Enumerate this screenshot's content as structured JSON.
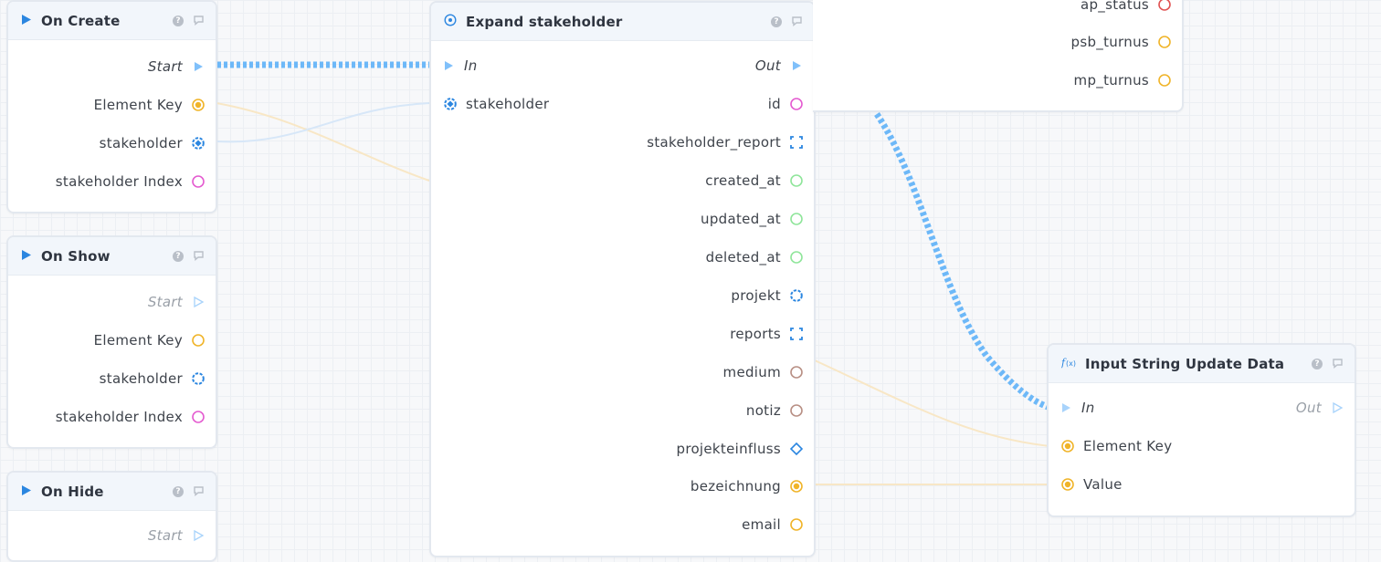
{
  "colors": {
    "accent": "#2b86e0",
    "exec_wire": "#6db8f8",
    "pin_yellow": "#f0b429",
    "pin_pink": "#e45bd0",
    "pin_green": "#8fe59a",
    "pin_blue": "#2b86e0",
    "pin_brown": "#b88f84",
    "pin_red": "#e05252"
  },
  "nodes": {
    "on_create": {
      "title": "On Create",
      "rows": [
        "Start",
        "Element Key",
        "stakeholder",
        "stakeholder Index"
      ]
    },
    "on_show": {
      "title": "On Show",
      "rows": [
        "Start",
        "Element Key",
        "stakeholder",
        "stakeholder Index"
      ]
    },
    "on_hide": {
      "title": "On Hide",
      "rows": [
        "Start"
      ]
    },
    "expand": {
      "title": "Expand stakeholder",
      "in_label": "In",
      "out_label": "Out",
      "input_label": "stakeholder",
      "outputs": [
        "id",
        "stakeholder_report",
        "created_at",
        "updated_at",
        "deleted_at",
        "projekt",
        "reports",
        "medium",
        "notiz",
        "projekteinfluss",
        "bezeichnung",
        "email"
      ]
    },
    "top_right": {
      "rows": [
        "ap_status",
        "psb_turnus",
        "mp_turnus"
      ]
    },
    "input_string": {
      "title": "Input String Update Data",
      "in_label": "In",
      "out_label": "Out",
      "inputs": [
        "Element Key",
        "Value"
      ]
    }
  },
  "icons": {
    "event": "play-triangle-icon",
    "expand": "target-circle-icon",
    "function": "function-fx-icon",
    "help": "help-icon",
    "comment": "comment-icon"
  }
}
